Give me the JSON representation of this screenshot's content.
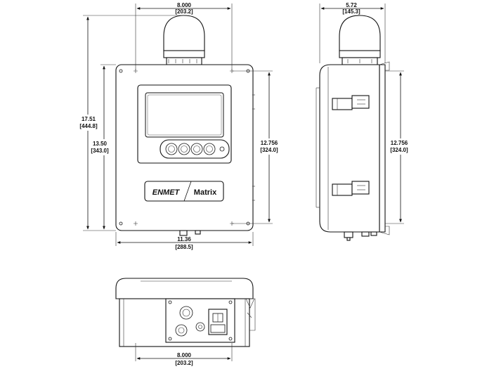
{
  "front_view": {
    "top_width": {
      "in": "8.000",
      "mm": "[203.2]"
    },
    "overall_height": {
      "in": "17.51",
      "mm": "[444.8]"
    },
    "enclosure_height": {
      "in": "13.50",
      "mm": "[343.0]"
    },
    "mount_height": {
      "in": "12.756",
      "mm": "[324.0]"
    },
    "overall_width": {
      "in": "11.36",
      "mm": "[288.5]"
    },
    "logo_brand": "ENMET",
    "logo_product": "Matrix"
  },
  "side_view": {
    "depth": {
      "in": "5.72",
      "mm": "[145.3]"
    },
    "mount_height": {
      "in": "12.756",
      "mm": "[324.0]"
    }
  },
  "bottom_view": {
    "mount_width": {
      "in": "8.000",
      "mm": "[203.2]"
    }
  }
}
